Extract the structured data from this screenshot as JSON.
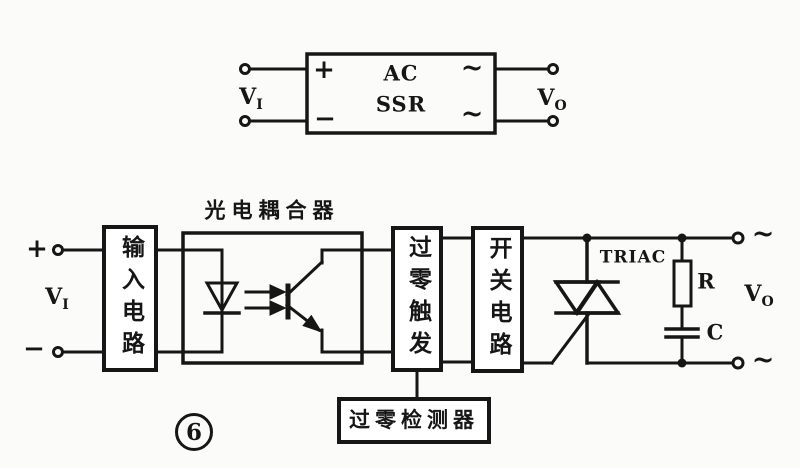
{
  "colors": {
    "ink": "#161616",
    "background": "#fbfbf9"
  },
  "top_block": {
    "name_line1": "AC",
    "name_line2": "SSR",
    "plus": "+",
    "minus": "−",
    "tilde_top": "~",
    "tilde_bottom": "~",
    "input_label": {
      "base": "V",
      "sub": "I"
    },
    "output_label": {
      "base": "V",
      "sub": "O"
    }
  },
  "detail": {
    "plus": "+",
    "minus": "−",
    "input_label": {
      "base": "V",
      "sub": "I"
    },
    "output_label": {
      "base": "V",
      "sub": "O"
    },
    "blocks": {
      "input_circuit": "输入电路",
      "photocoupler": "光电耦合器",
      "zero_cross_trigger": "过零触发",
      "switch_circuit": "开关电路",
      "zero_cross_detector": "过零检测器"
    },
    "triac_label": "TRIAC",
    "resistor_label": "R",
    "capacitor_label": "C",
    "tilde_top": "~",
    "tilde_bottom": "~",
    "figure_number": "6"
  }
}
